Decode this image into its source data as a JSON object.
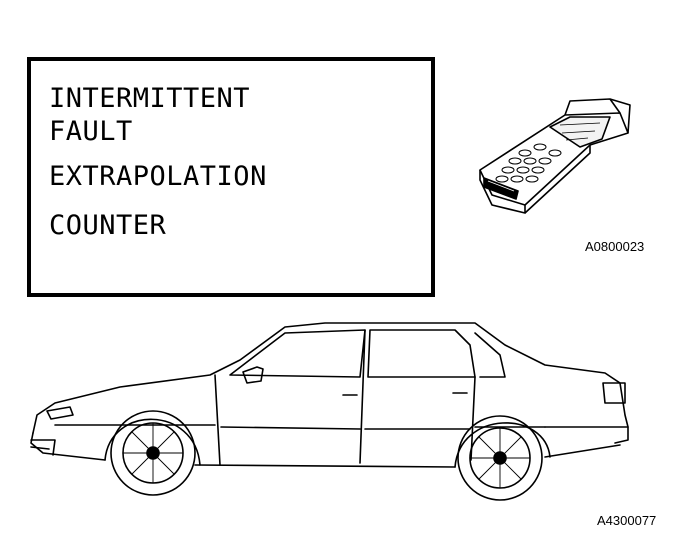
{
  "screen": {
    "lines": [
      "INTERMITTENT",
      "FAULT",
      "EXTRAPOLATION",
      "COUNTER"
    ]
  },
  "reference_codes": {
    "tester": "A0800023",
    "car": "A4300077"
  },
  "icons": {
    "tester": "handheld-diagnostic-tester-icon",
    "car": "sedan-car-side-view-icon"
  }
}
